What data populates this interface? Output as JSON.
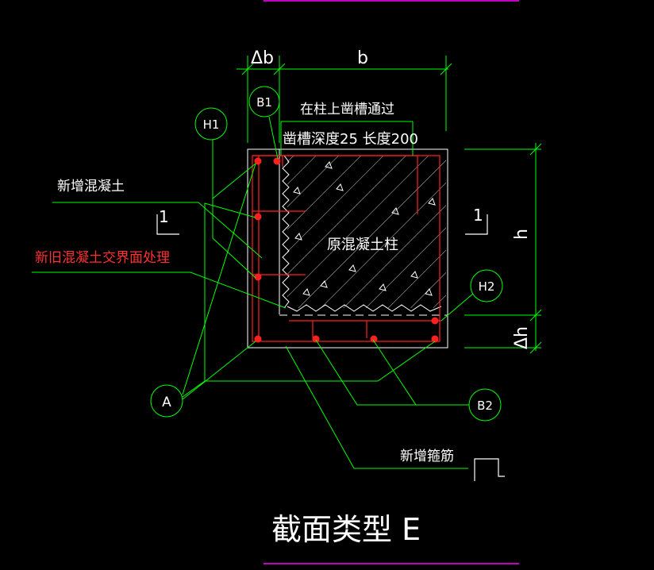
{
  "colors": {
    "background": "#000000",
    "line": "#00ff00",
    "rebar": "#ff2020",
    "text": "#ffffff",
    "red_text": "#ff3030",
    "frame": "#c000c0",
    "new_concrete": "#ffffff",
    "hatch": "#d0d0d0"
  },
  "dims": {
    "delta_b": "Δb",
    "b": "b",
    "h": "h",
    "delta_h": "Δh"
  },
  "labels": {
    "groove_line1": "在柱上凿槽通过",
    "groove_line2": "凿槽深度25 长度200",
    "new_concrete": "新增混凝土",
    "interface": "新旧混凝土交界面处理",
    "original_column": "原混凝土柱",
    "new_stirrup": "新增箍筋",
    "section_mark_left": "1",
    "section_mark_right": "1"
  },
  "callouts": {
    "b1": "B1",
    "h1": "H1",
    "h2": "H2",
    "a": "A",
    "b2": "B2"
  },
  "title": "截面类型 E"
}
